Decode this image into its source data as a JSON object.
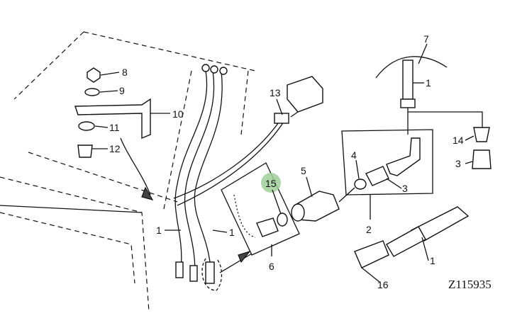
{
  "diagram": {
    "reference_number": "Z115935",
    "highlight_color": "#9fcf9a",
    "callouts": {
      "c1a": "1",
      "c1b": "1",
      "c1c": "1",
      "c1d": "1",
      "c2": "2",
      "c3a": "3",
      "c3b": "3",
      "c4": "4",
      "c5": "5",
      "c6": "6",
      "c7": "7",
      "c8": "8",
      "c9": "9",
      "c10": "10",
      "c11": "11",
      "c12": "12",
      "c13": "13",
      "c14": "14",
      "c15": "15",
      "c16": "16"
    }
  }
}
